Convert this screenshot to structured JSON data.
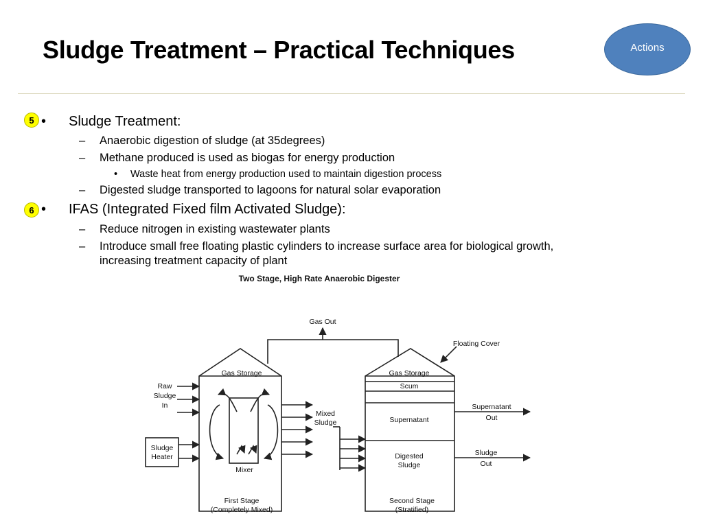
{
  "slide": {
    "title": "Sludge Treatment – Practical Techniques",
    "actions_label": "Actions"
  },
  "badges": [
    "5",
    "6"
  ],
  "bullets": [
    {
      "level": 1,
      "marker": "•",
      "text": "Sludge Treatment:"
    },
    {
      "level": 2,
      "marker": "–",
      "text": "Anaerobic digestion of sludge (at 35degrees)"
    },
    {
      "level": 2,
      "marker": "–",
      "text": "Methane produced is used as biogas for energy production"
    },
    {
      "level": 3,
      "marker": "•",
      "text": "Waste heat from energy production used to maintain digestion process"
    },
    {
      "level": 2,
      "marker": "–",
      "text": "Digested sludge transported to lagoons for natural solar evaporation"
    },
    {
      "level": 1,
      "marker": "•",
      "text": "IFAS (Integrated Fixed film Activated Sludge):"
    },
    {
      "level": 2,
      "marker": "–",
      "text": "Reduce nitrogen in existing wastewater plants"
    },
    {
      "level": 2,
      "marker": "–",
      "text": "Introduce small free floating plastic cylinders to increase surface area for biological growth,"
    },
    {
      "level": 2,
      "marker": "",
      "text": "increasing treatment capacity of plant"
    }
  ],
  "diagram": {
    "title": "Two Stage, High Rate Anaerobic Digester",
    "gas_out": "Gas Out",
    "floating_cover": "Floating Cover",
    "gas_storage_1": "Gas Storage",
    "gas_storage_2": "Gas Storage",
    "raw_sludge": [
      "Raw",
      "Sludge",
      "In"
    ],
    "sludge_heater": [
      "Sludge",
      "Heater"
    ],
    "mixer": "Mixer",
    "mixed_sludge": [
      "Mixed",
      "Sludge"
    ],
    "scum": "Scum",
    "supernatant": "Supernatant",
    "digested_sludge": [
      "Digested",
      "Sludge"
    ],
    "supernatant_out": [
      "Supernatant",
      "Out"
    ],
    "sludge_out": [
      "Sludge",
      "Out"
    ],
    "first_stage": [
      "First Stage",
      "(Completely Mixed)"
    ],
    "second_stage": [
      "Second Stage",
      "(Stratified)"
    ]
  }
}
